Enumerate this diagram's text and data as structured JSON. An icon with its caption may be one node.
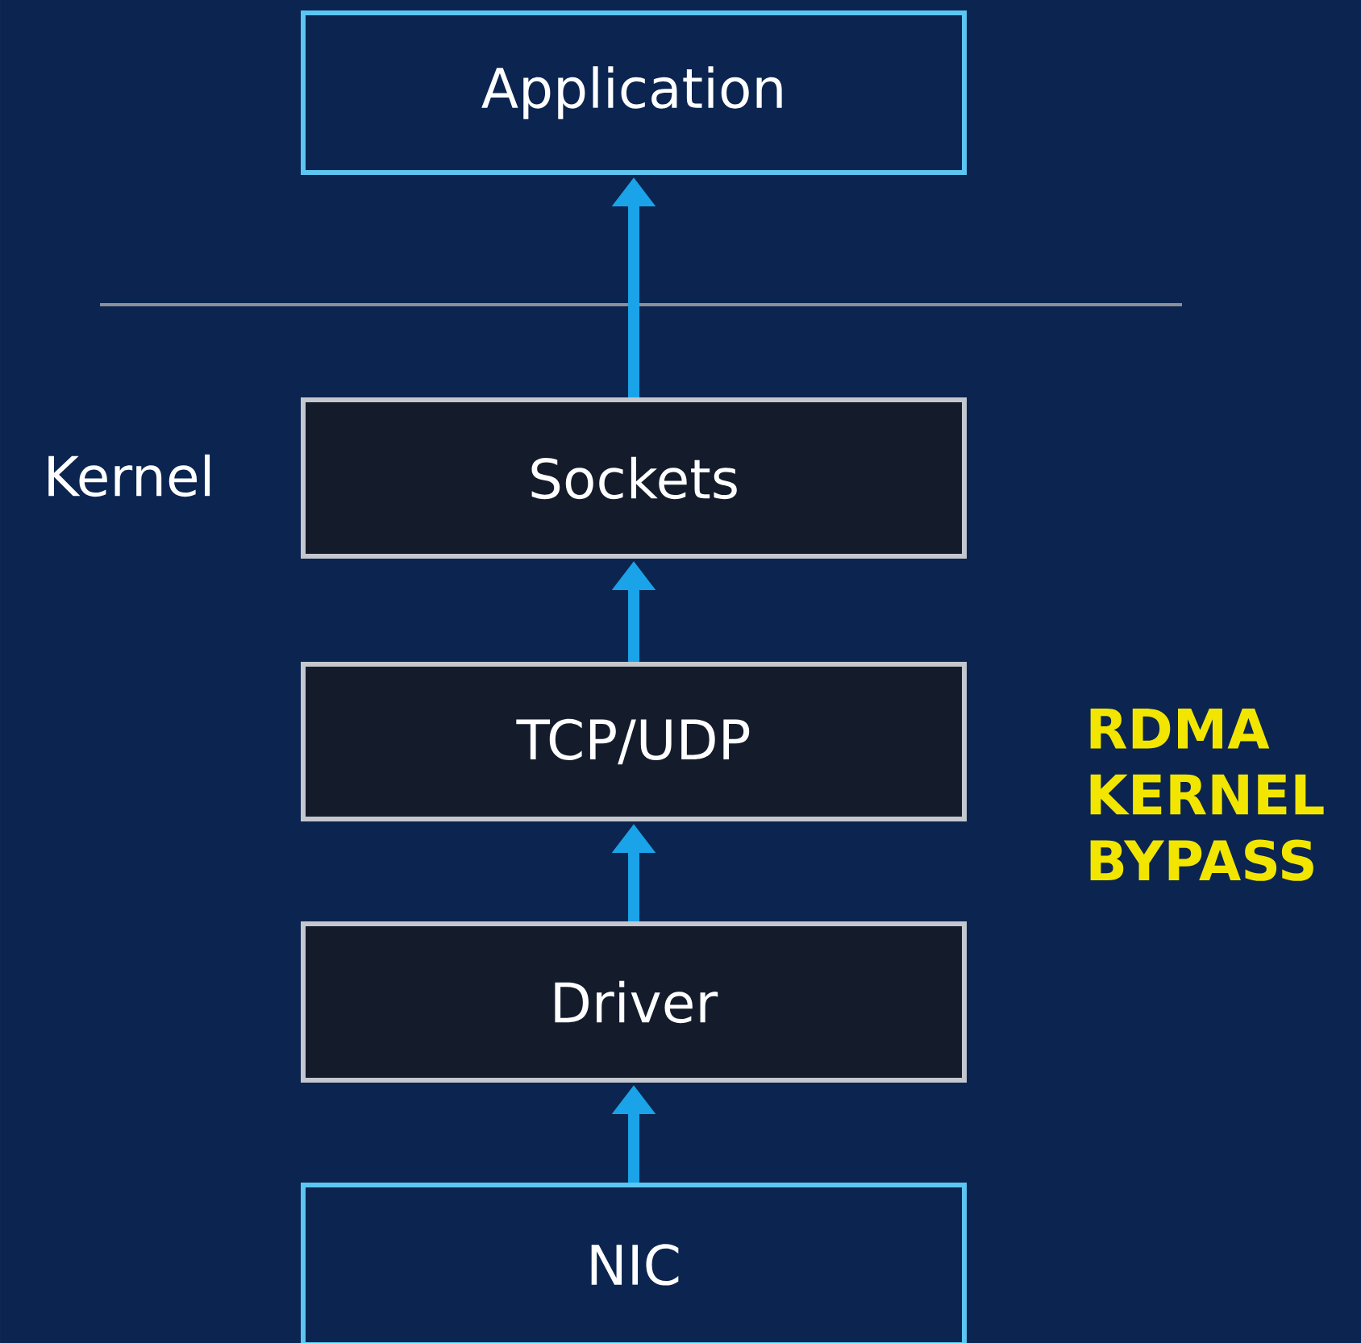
{
  "diagram": {
    "nodes": [
      {
        "text": [
          "Application"
        ]
      },
      {
        "text": [
          "Sockets"
        ]
      },
      {
        "text": [
          "TCP/UDP"
        ]
      },
      {
        "text": [
          "Driver"
        ]
      },
      {
        "text": [
          "NIC"
        ]
      }
    ],
    "edges": [
      {
        "from": 4,
        "to": 3,
        "arrow": "to"
      },
      {
        "from": 3,
        "to": 2,
        "arrow": "to"
      },
      {
        "from": 2,
        "to": 1,
        "arrow": "to"
      },
      {
        "from": 1,
        "to": 0,
        "arrow": "to"
      }
    ],
    "labels": [
      "Kernel",
      "RDMA KERNEL BYPASS"
    ]
  }
}
